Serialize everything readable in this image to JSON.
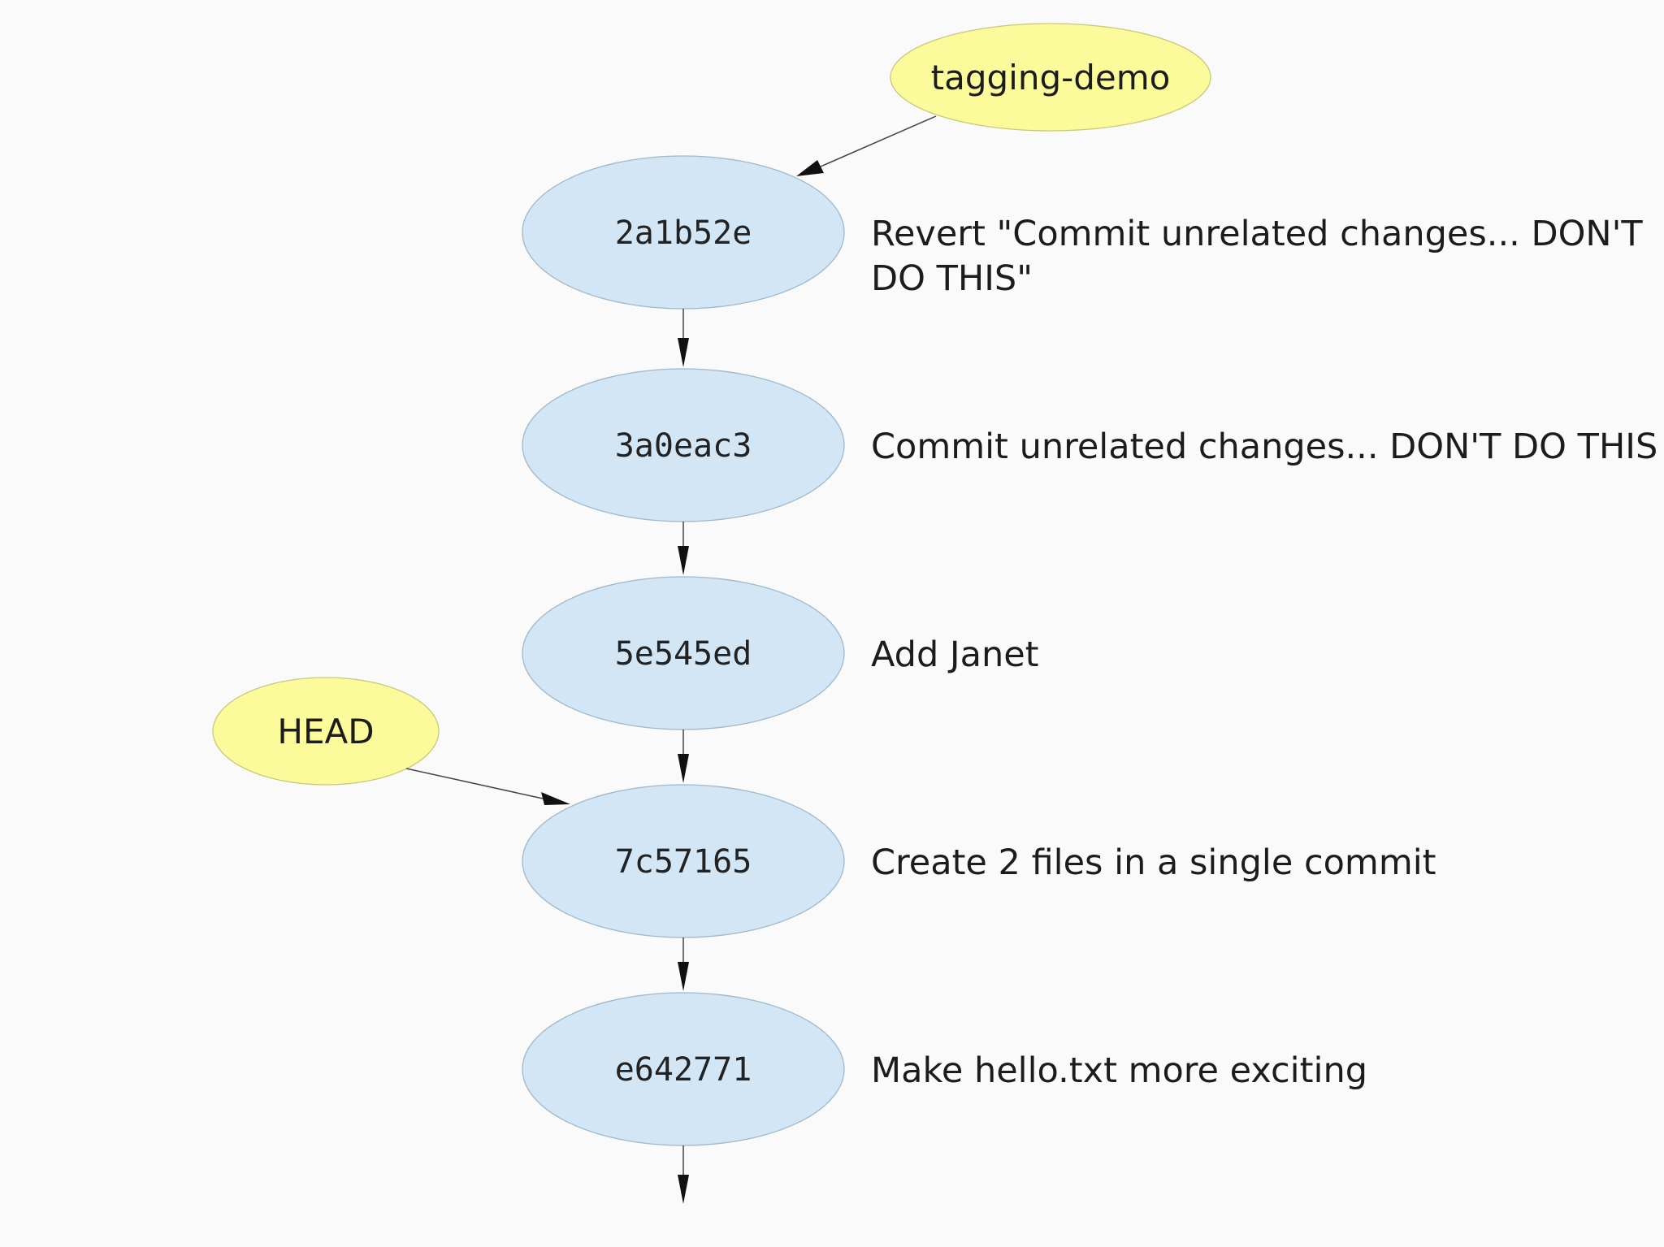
{
  "commits": [
    {
      "hash": "2a1b52e",
      "message_lines": [
        "Revert \"Commit unrelated changes... DON'T",
        "DO THIS\""
      ]
    },
    {
      "hash": "3a0eac3",
      "message_lines": [
        "Commit unrelated changes... DON'T DO THIS"
      ]
    },
    {
      "hash": "5e545ed",
      "message_lines": [
        "Add Janet"
      ]
    },
    {
      "hash": "7c57165",
      "message_lines": [
        "Create 2 files in a single commit"
      ]
    },
    {
      "hash": "e642771",
      "message_lines": [
        "Make hello.txt more exciting"
      ]
    }
  ],
  "refs": [
    {
      "label": "tagging-demo",
      "points_to": "2a1b52e"
    },
    {
      "label": "HEAD",
      "points_to": "7c57165"
    }
  ],
  "colors": {
    "commit_fill": "#d2e6f6",
    "ref_fill": "#fbfb9c",
    "background": "#fafafa"
  }
}
